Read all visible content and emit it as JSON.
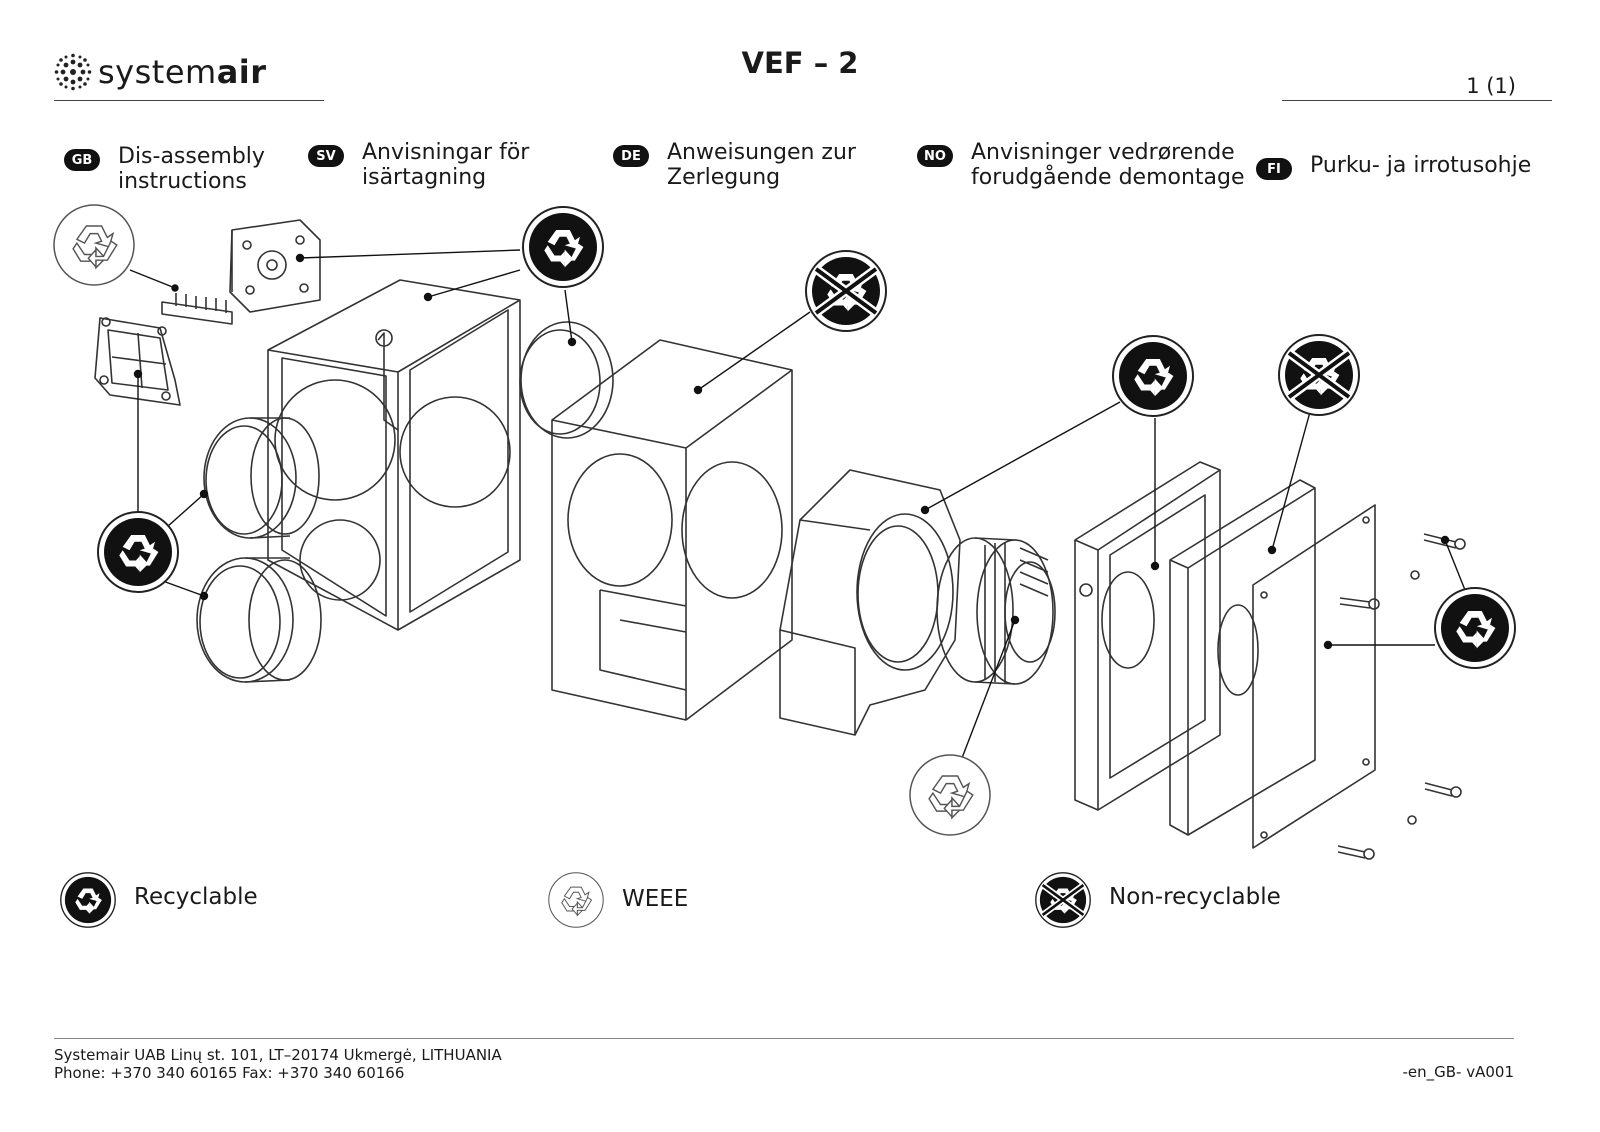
{
  "header": {
    "brand_light": "system",
    "brand_bold": "air",
    "title": "VEF – 2",
    "page": "1 (1)"
  },
  "languages": [
    {
      "code": "GB",
      "text": "Dis-assembly\ninstructions"
    },
    {
      "code": "SV",
      "text": "Anvisningar för\nisärtagning"
    },
    {
      "code": "DE",
      "text": "Anweisungen zur\nZerlegung"
    },
    {
      "code": "NO",
      "text": "Anvisninger vedrørende\nforudgående demontage"
    },
    {
      "code": "FI",
      "text": "Purku- ja irrotusohje"
    }
  ],
  "legend": {
    "recyclable": "Recyclable",
    "weee": "WEEE",
    "non_recyclable": "Non-recyclable"
  },
  "icons": {
    "recyclable": "recycle-icon-filled",
    "weee": "recycle-icon-outline",
    "non_recyclable": "recycle-icon-crossed"
  },
  "footer": {
    "address": "Systemair UAB Linų st. 101, LT–20174 Ukmergė, LITHUANIA",
    "phone": "Phone: +370 340 60165 Fax: +370 340 60166",
    "doc_code": "-en_GB- vA001"
  },
  "colors": {
    "ink": "#1a1a1a",
    "line": "#333333"
  }
}
